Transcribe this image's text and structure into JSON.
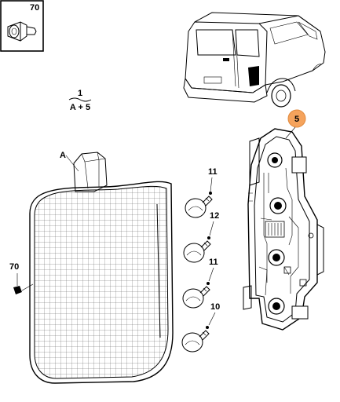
{
  "inset": {
    "label": "70"
  },
  "set_label": {
    "number": "1",
    "formula": "A + 5"
  },
  "callouts": {
    "lens": "A",
    "housing": "5",
    "bulb_1": "11",
    "bulb_2": "12",
    "bulb_3": "11",
    "bulb_4": "10",
    "clip": "70"
  },
  "colors": {
    "highlight": "#f5a35c",
    "line": "#000000"
  }
}
